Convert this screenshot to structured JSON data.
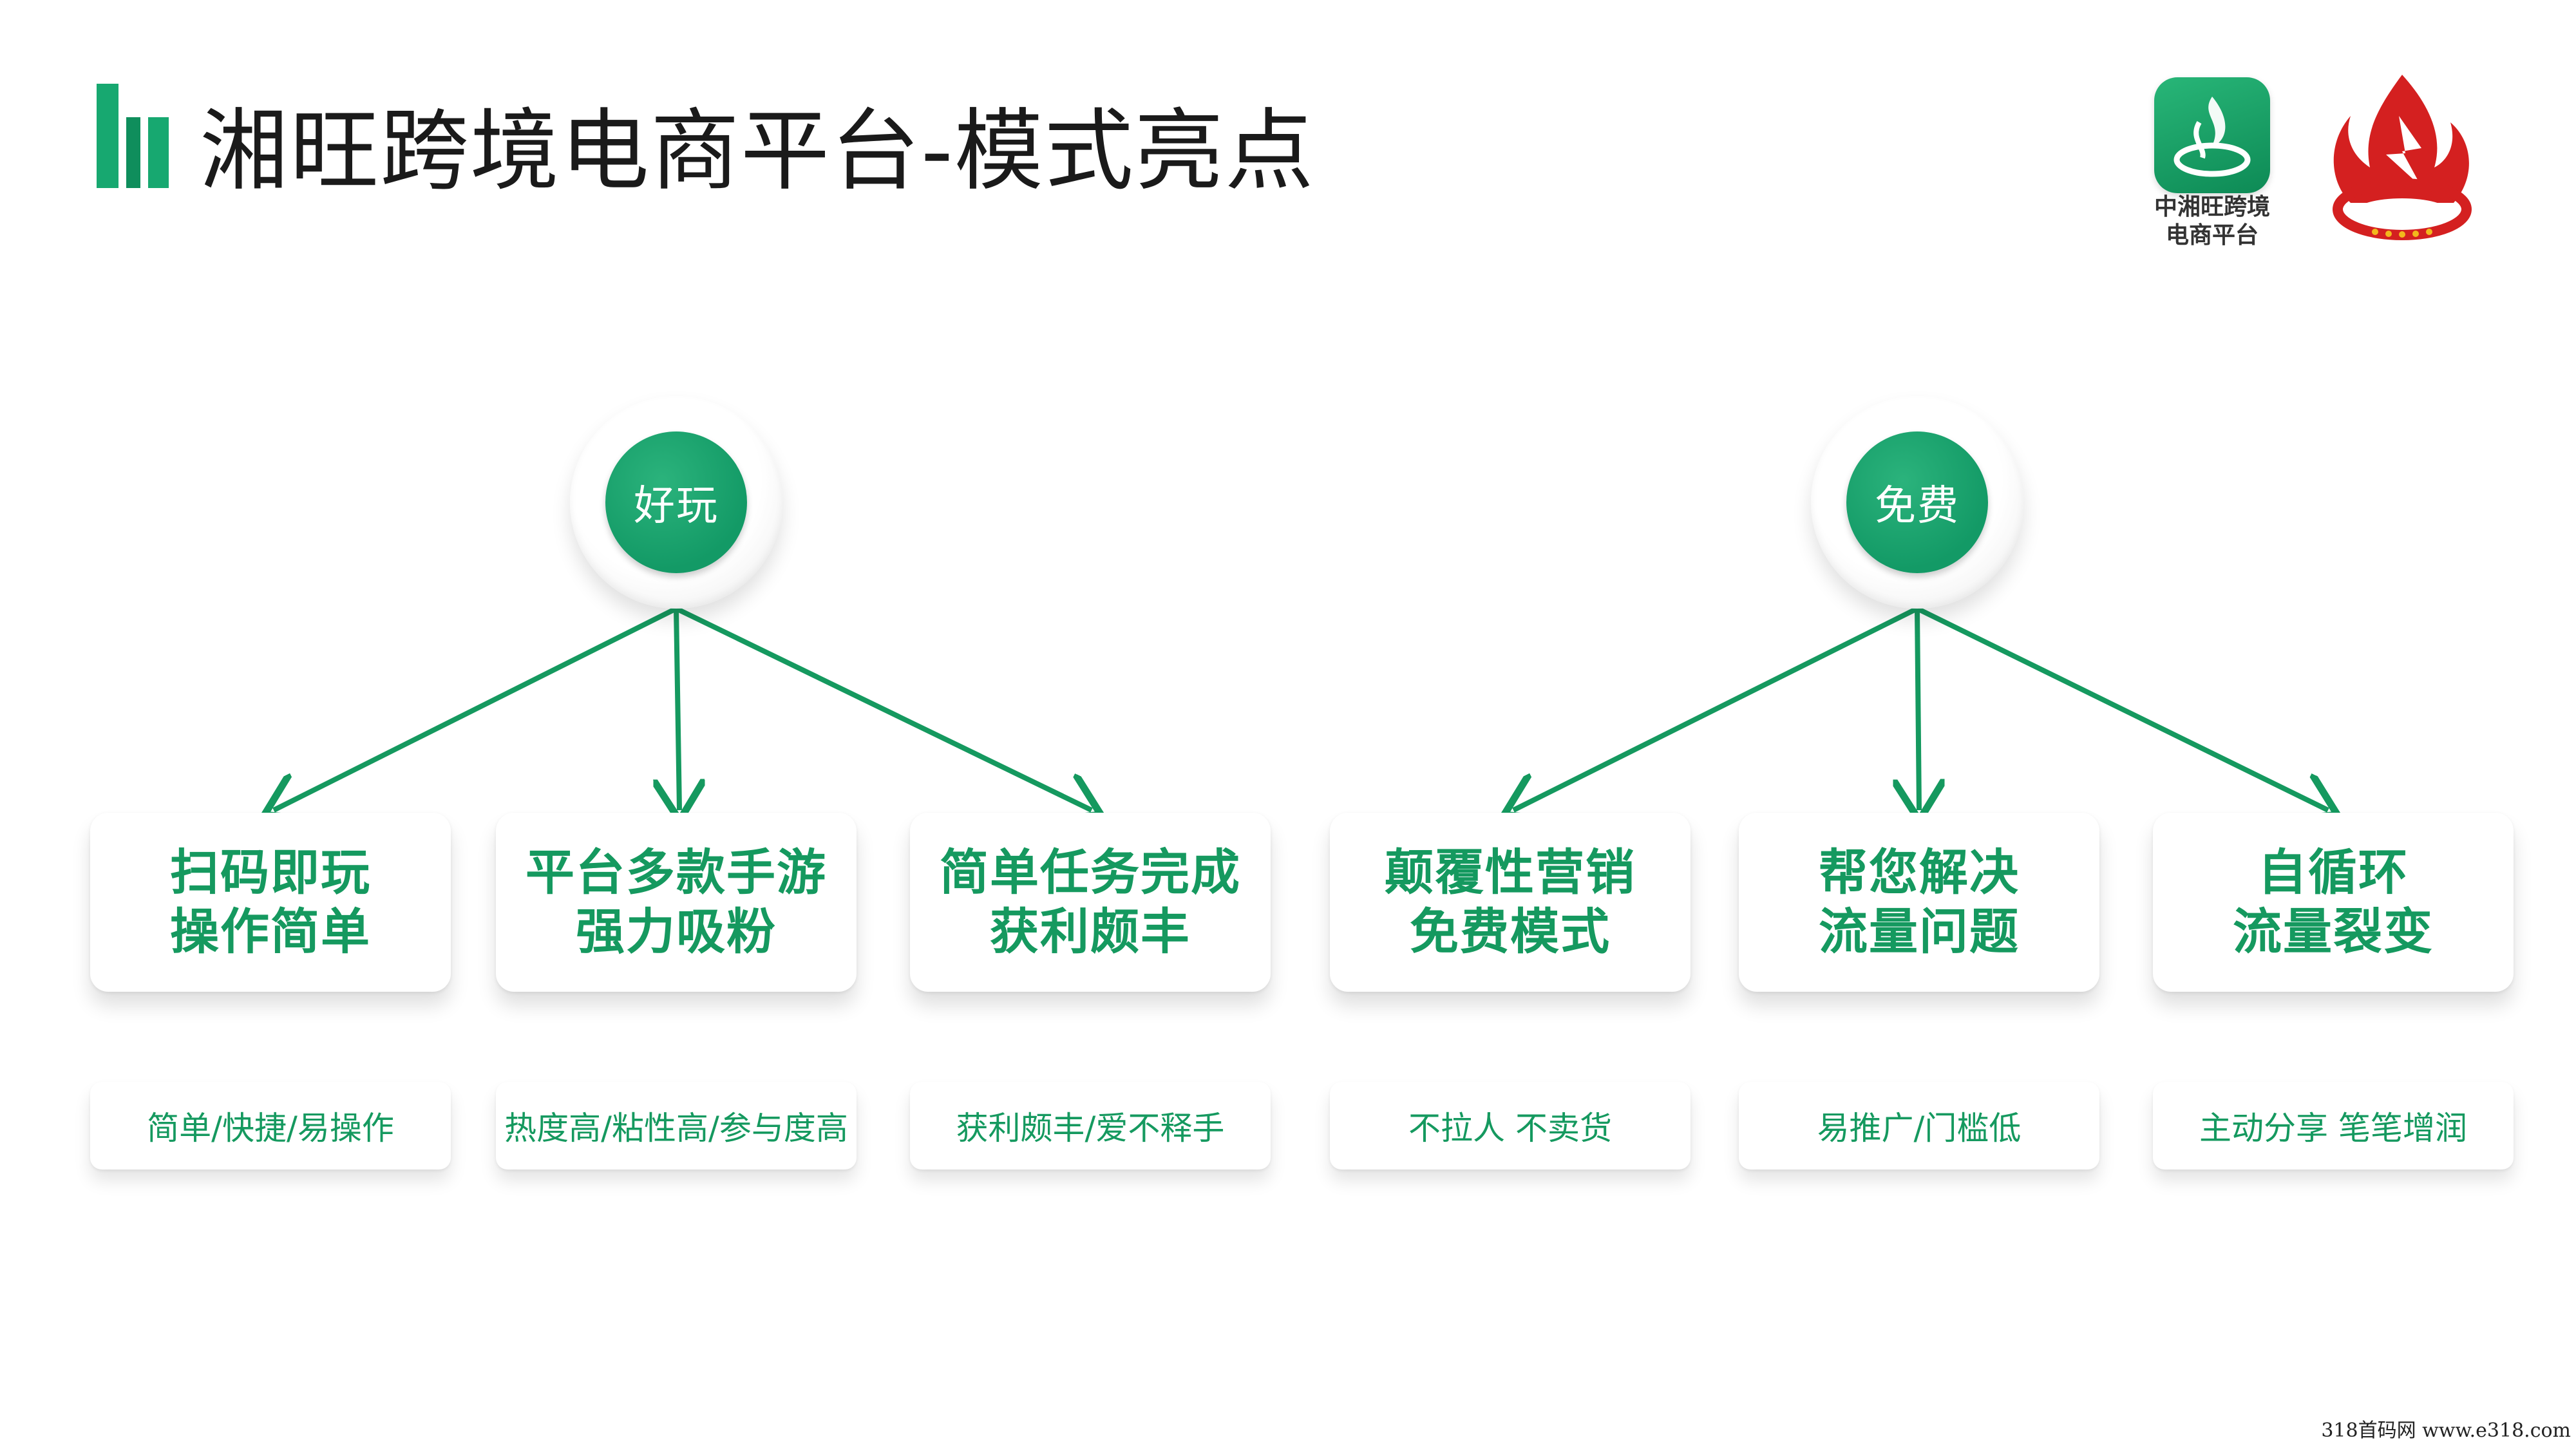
{
  "title": "湘旺跨境电商平台-模式亮点",
  "logo": {
    "caption_line1": "中湘旺跨境",
    "caption_line2": "电商平台"
  },
  "hubs": [
    {
      "label": "好玩"
    },
    {
      "label": "免费"
    }
  ],
  "cards": [
    {
      "line1": "扫码即玩",
      "line2": "操作简单",
      "sub": "简单/快捷/易操作"
    },
    {
      "line1": "平台多款手游",
      "line2": "强力吸粉",
      "sub": "热度高/粘性高/参与度高"
    },
    {
      "line1": "简单任务完成",
      "line2": "获利颇丰",
      "sub": "获利颇丰/爱不释手"
    },
    {
      "line1": "颠覆性营销",
      "line2": "免费模式",
      "sub": "不拉人 不卖货"
    },
    {
      "line1": "帮您解决",
      "line2": "流量问题",
      "sub": "易推广/门槛低"
    },
    {
      "line1": "自循环",
      "line2": "流量裂变",
      "sub": "主动分享 笔笔增润"
    }
  ],
  "watermark": "318首码网  www.e318.com",
  "colors": {
    "accent": "#15995f",
    "hub": "#139a66",
    "logo_red": "#d42020"
  }
}
